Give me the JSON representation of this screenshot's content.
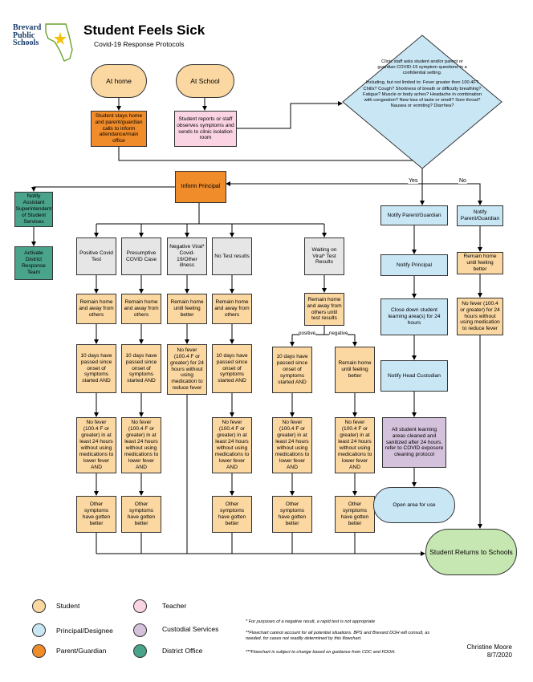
{
  "logo": {
    "line1": "Brevard",
    "line2": "Public",
    "line3": "Schools"
  },
  "header": {
    "title": "Student Feels Sick",
    "subtitle": "Covid-19 Response Protocols"
  },
  "start": {
    "home": "At home",
    "school": "At School"
  },
  "entry": {
    "home": "Student stays home and parent/guardian calls to inform attendance/main office",
    "school": "Student reports or staff observes symptoms and sends to clinic isolation room"
  },
  "clinic": {
    "ask": "Clinic staff asks student  and/or parent or guardian COVID-19 symptom questions in a confidential setting.",
    "list": "Including, but not limited to:  Fever greater then 100.4F? Chills? Cough? Shortness of breath or difficulty breathing?Fatigue? Muscle or body aches? Headache in combination with congestion? New loss of taste or smell? Sore throat? Nausea or vomiting? Diarrhea?"
  },
  "labels": {
    "yes": "Yes",
    "no": "No",
    "positive": "positive",
    "negative": "negative"
  },
  "inform_principal": "Inform Principal",
  "district": {
    "notify": "Notify Assistant Superintendent of Student Services",
    "activate": "Activate District Response Team"
  },
  "categories": {
    "positive": "Positive Covid Test",
    "presumptive": "Presumptive COVID Case",
    "negative": "Negative Viral* Covid-19/Other illness",
    "no_test": "No Test results",
    "waiting": "Waiting on Viral* Test Results"
  },
  "steps": {
    "remain_away": "Remain home and away from others",
    "remain_until_better": "Remain home until feeling better",
    "remain_away_until_test": "Remain home and away from others until test results",
    "ten_days": "10 days have passed since onset of symptoms started AND",
    "no_fever": "No fever (100.4 F or greater)  in at least 24 hours without using medications to lower fever AND",
    "no_fever_negative": "No fever (100.4  F or greater) for 24 hours without using medication to reduce fever",
    "other_symptoms": "Other symptoms have gotten better"
  },
  "yes_path": {
    "notify_parent": "Notify Parent/Guardian",
    "notify_principal": "Notify Principal",
    "close_down": "Close down student learning area(s) for 24 hours",
    "notify_custodian": "Notify Head Custodian",
    "cleaned": "All student learning areas cleaned and sanitized after 24 hours.  refer to COVID exposure cleaning protocol",
    "open_area": "Open area for use"
  },
  "no_path": {
    "notify_parent": "Notify Parent/Guardian",
    "remain_home": "Remain home until feeling better",
    "no_fever": "No fever (100.4 or greater) for 24 hours without using medication to reduce fever"
  },
  "returns": "Student Returns to Schools",
  "legend": [
    {
      "label": "Student",
      "color": "#fbd7a1"
    },
    {
      "label": "Principal/Designee",
      "color": "#c9e6f5"
    },
    {
      "label": "Parent/Guardian",
      "color": "#f08c2a"
    },
    {
      "label": "Teacher",
      "color": "#fbd4e3"
    },
    {
      "label": "Custodial Services",
      "color": "#d4c2dc"
    },
    {
      "label": "District Office",
      "color": "#4aa38b"
    }
  ],
  "notes": {
    "n1": "* For purposes of a negative result, a rapid test is not appropriate",
    "n2": "**Flowchart cannot account for all potential situations.  BPS and Brevard DOH will consult, as needed, for cases not readily determined by this flowchart.",
    "n3": "***Flowchart is subject to change based on guidance from CDC and FDOH."
  },
  "author": {
    "name": "Christine Moore",
    "date": "8/7/2020"
  }
}
